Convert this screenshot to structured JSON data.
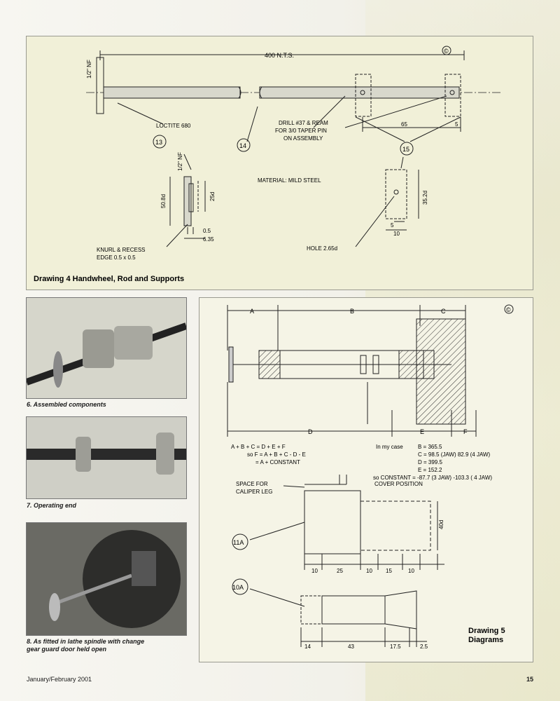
{
  "drawing4": {
    "copyright": "©",
    "title": "Drawing 4  Handwheel, Rod and Supports",
    "labels": {
      "nts": "400 N.T.S.",
      "nf1": "1/2\" NF",
      "loctite": "LOCTITE 680",
      "drill": [
        "DRILL #37 & REAM",
        "FOR 3/0 TAPER PIN",
        "ON ASSEMBLY"
      ],
      "d65": "65",
      "d5a": "5",
      "material": "MATERIAL: MILD STEEL",
      "nf2": "1/2\" NF",
      "d508": "50.8d",
      "d25": "25d",
      "d05": "0.5",
      "d635": "6.35",
      "knurl": [
        "KNURL & RECESS",
        "EDGE 0.5 x 0.5"
      ],
      "hole": "HOLE 2.65d",
      "d352": "35.2d",
      "d5b": "5",
      "d10": "10",
      "part13": "13",
      "part14": "14",
      "part15": "15"
    }
  },
  "captions": {
    "c6": "6.  Assembled components",
    "c7": "7.  Operating end",
    "c8a": "8.  As fitted in lathe spindle with change",
    "c8b": "gear guard door held open"
  },
  "drawing5": {
    "copyright": "©",
    "title1": "Drawing 5",
    "title2": "Diagrams",
    "dims": {
      "A": "A",
      "B": "B",
      "C": "C",
      "D": "D",
      "E": "E",
      "F": "F"
    },
    "eq1": "A + B + C = D + E + F",
    "eq2": "so F = A + B + C - D - E",
    "eq3": "= A + CONSTANT",
    "case": "In my case",
    "vals": [
      "B = 365.5",
      "C = 98.5 (JAW) 82.9 (4 JAW)",
      "D = 399.5",
      "E = 152.2"
    ],
    "constant": "so CONSTANT = -87.7 (3 JAW) -103.3 ( 4 JAW)",
    "space": [
      "SPACE FOR",
      "CALIPER LEG"
    ],
    "cover": "COVER POSITION",
    "d40": "40d",
    "row11": [
      "10",
      "25",
      "10",
      "15",
      "10"
    ],
    "part11": "11A",
    "part10": "10A",
    "row10": [
      "14",
      "43",
      "17.5",
      "2.5"
    ]
  },
  "footer": {
    "issue": "January/February 2001",
    "page": "15"
  }
}
